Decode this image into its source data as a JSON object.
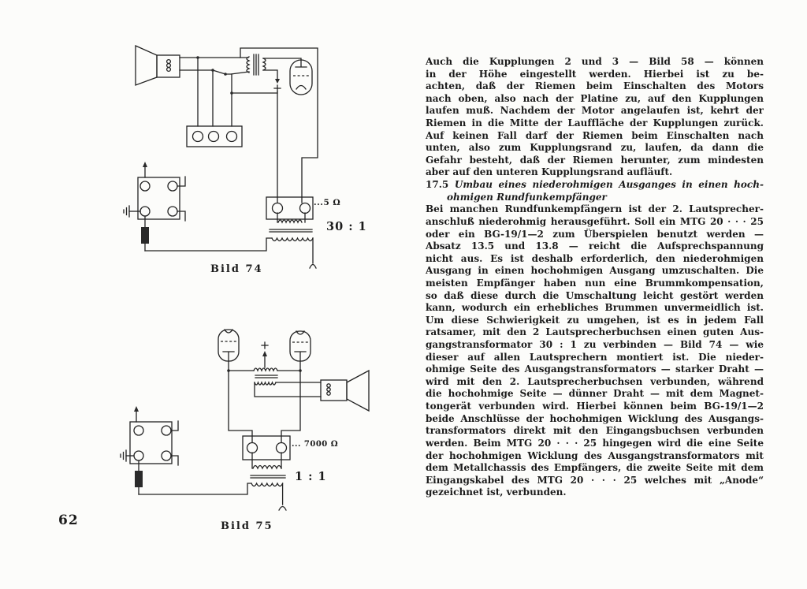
{
  "page_number": "62",
  "figures": {
    "bild74": {
      "caption": "Bild 74",
      "ratio": "30 : 1",
      "impedance": "...5 Ω"
    },
    "bild75": {
      "caption": "Bild 75",
      "ratio": "1 : 1",
      "impedance": "... 7000 Ω"
    }
  },
  "text": {
    "para1_lines": [
      "Auch die Kupplungen 2 und 3 — Bild 58 — können",
      "in der Höhe eingestellt werden. Hierbei ist zu be-",
      "achten, daß der Riemen beim Einschalten des Motors",
      "nach oben, also nach der Platine zu, auf den Kupplungen",
      "laufen muß. Nachdem der Motor angelaufen ist, kehrt der",
      "Riemen in die Mitte der Lauffläche der Kupplungen zurück.",
      "Auf keinen Fall darf der Riemen beim Einschalten nach",
      "unten, also zum Kupplungsrand zu, laufen, da dann die",
      "Gefahr besteht, daß der Riemen herunter, zum mindesten",
      "aber auf den unteren Kupplungsrand aufläuft."
    ],
    "heading_number": "17.5",
    "heading_line1": "Umbau eines niederohmigen Ausganges in einen hoch-",
    "heading_line2": "ohmigen Rundfunkempfänger",
    "para2_lines": [
      "Bei manchen Rundfunkempfängern ist der 2. Lautsprecher-",
      "anschluß niederohmig herausgeführt. Soll ein MTG 20 · · · 25",
      "oder ein BG-19/1—2 zum Überspielen benutzt werden —",
      "Absatz 13.5 und 13.8 — reicht die Aufsprechspannung",
      "nicht aus. Es ist deshalb erforderlich, den niederohmigen",
      "Ausgang in einen hochohmigen Ausgang umzuschalten. Die",
      "meisten Empfänger haben nun eine Brummkompensation,",
      "so daß diese durch die Umschaltung leicht gestört werden",
      "kann, wodurch ein erhebliches Brummen unvermeidlich ist.",
      "Um diese Schwierigkeit zu umgehen, ist es in jedem Fall",
      "ratsamer, mit den 2 Lautsprecherbuchsen einen guten Aus-",
      "gangstransformator 30 : 1 zu verbinden — Bild 74 — wie",
      "dieser auf allen Lautsprechern montiert ist. Die nieder-",
      "ohmige Seite des Ausgangstransformators — starker Draht —",
      "wird mit den 2. Lautsprecherbuchsen verbunden, während",
      "die hochohmige Seite — dünner Draht — mit dem Magnet-",
      "tongerät verbunden wird. Hierbei können beim BG-19/1—2",
      "beide Anschlüsse der hochohmigen Wicklung des Ausgangs-",
      "transformators direkt mit den Eingangsbuchsen verbunden",
      "werden. Beim MTG 20 · · · 25 hingegen wird die eine Seite",
      "der hochohmigen Wicklung des Ausgangstransformators mit",
      "dem Metallchassis des Empfängers, die zweite Seite mit dem",
      "Eingangskabel des MTG 20 · · · 25 welches mit „Anode“",
      "gezeichnet ist, verbunden."
    ]
  }
}
